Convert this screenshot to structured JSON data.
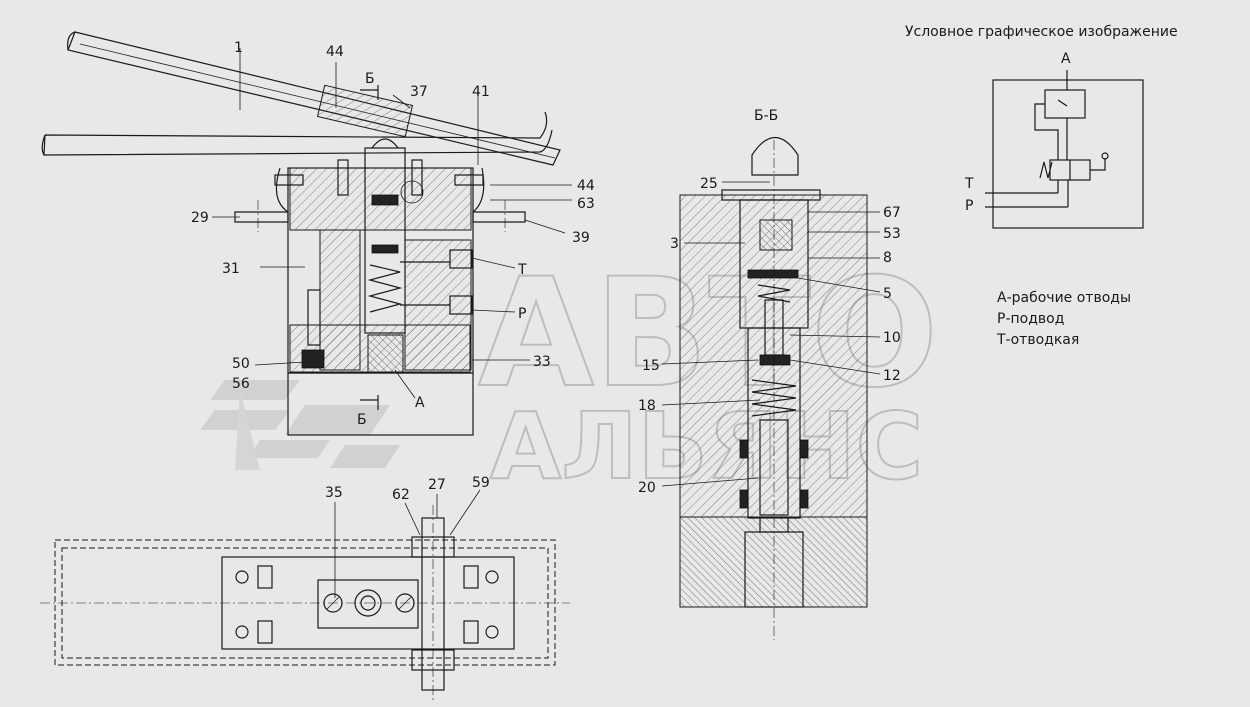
{
  "legend_title": "Условное графическое изображение",
  "symbol": {
    "port_a": "А",
    "port_t": "Т",
    "port_p": "Р"
  },
  "legend": {
    "a": "А-рабочие отводы",
    "p": "Р-подвод",
    "t": "Т-отводкая"
  },
  "section_title": "Б-Б",
  "section_mark": "Б",
  "callouts_main": {
    "c1": "1",
    "c44a": "44",
    "c37": "37",
    "c41": "41",
    "c44b": "44",
    "c63": "63",
    "c39": "39",
    "c29": "29",
    "c31": "31",
    "cT": "Т",
    "cP": "Р",
    "c33": "33",
    "c50": "50",
    "c56": "56",
    "cA": "А"
  },
  "callouts_section": {
    "c25": "25",
    "c67": "67",
    "c53": "53",
    "c3": "3",
    "c8": "8",
    "c5": "5",
    "c10": "10",
    "c15": "15",
    "c12": "12",
    "c18": "18",
    "c20": "20"
  },
  "callouts_bottom": {
    "c35": "35",
    "c62": "62",
    "c27": "27",
    "c59": "59"
  },
  "watermark": {
    "line1": "АВТО",
    "line2": "АЛЬЯНС"
  },
  "colors": {
    "background": "#e8e8e8",
    "ink": "#1a1a1a",
    "watermark": "#9a9a9a"
  }
}
